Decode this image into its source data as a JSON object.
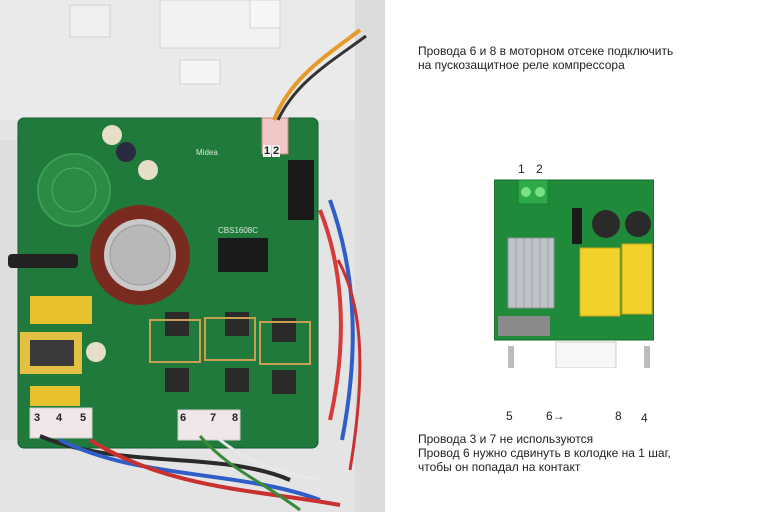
{
  "notes": {
    "top_line1": "Провода 6 и 8 в моторном отсеке подключить",
    "top_line2": "на пускозащитное реле компрессора",
    "bottom_line1": "Провода 3 и 7 не используются",
    "bottom_line2": "Провод 6 нужно сдвинуть в колодке на 1 шаг,",
    "bottom_line3": "чтобы он попадал на контакт"
  },
  "left_photo_labels": {
    "connector_top_1": "1",
    "connector_top_2": "2",
    "bottom_3": "3",
    "bottom_4": "4",
    "bottom_5": "5",
    "bottom_6": "6",
    "bottom_7": "7",
    "bottom_8": "8"
  },
  "right_photo_labels": {
    "top_1": "1",
    "top_2": "2",
    "pin_5": "5",
    "pin_6": "6→",
    "pin_8": "8",
    "pin_4": "4"
  },
  "board_marking": {
    "ic_code": "CBS1608C",
    "brand": "Midea"
  }
}
